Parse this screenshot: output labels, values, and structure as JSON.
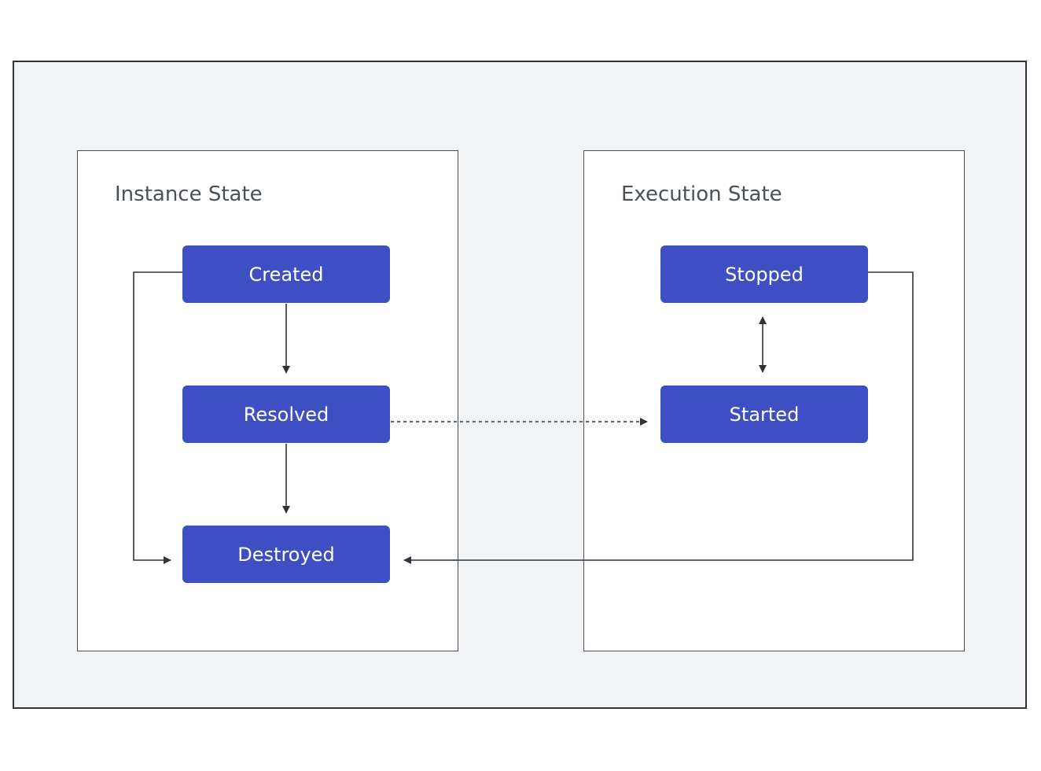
{
  "panels": {
    "instance": {
      "title": "Instance State",
      "states": {
        "created": "Created",
        "resolved": "Resolved",
        "destroyed": "Destroyed"
      }
    },
    "execution": {
      "title": "Execution State",
      "states": {
        "stopped": "Stopped",
        "started": "Started"
      }
    }
  },
  "colors": {
    "state_fill": "#3d4fc3",
    "canvas_bg": "#f1f3f5",
    "panel_bg": "#ffffff",
    "line": "#2f343b",
    "title_text": "#4a5058"
  },
  "transitions": [
    {
      "from": "Created",
      "to": "Resolved",
      "style": "solid"
    },
    {
      "from": "Resolved",
      "to": "Destroyed",
      "style": "solid"
    },
    {
      "from": "Created",
      "to": "Destroyed",
      "style": "solid"
    },
    {
      "from": "Stopped",
      "to": "Started",
      "style": "solid",
      "bidirectional": true
    },
    {
      "from": "Resolved",
      "to": "Started",
      "style": "dashed"
    },
    {
      "from": "Stopped",
      "to": "Destroyed",
      "style": "solid"
    }
  ]
}
